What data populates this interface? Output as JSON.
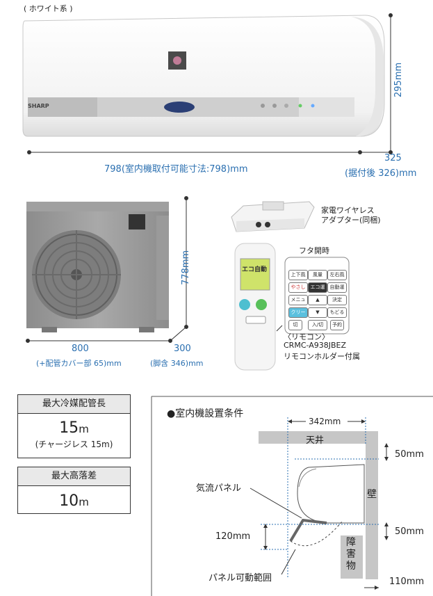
{
  "header_note": "( ホワイト系 )",
  "indoor_unit": {
    "brand": "SHARP",
    "width_label": "798(室内機取付可能寸法:798)mm",
    "height_label": "295mm",
    "depth_label": "325",
    "depth_installed_label": "(据付後 326)mm"
  },
  "outdoor_unit": {
    "width_label": "800",
    "width_note": "(+配管カバー部 65)mm",
    "depth_label": "300",
    "depth_note": "(脚含 346)mm",
    "height_label": "778mm"
  },
  "adapter": {
    "line1": "家電ワイヤレス",
    "line2": "アダプター(同梱)"
  },
  "remote": {
    "lid_open_label": "フタ開時",
    "display_text": "エコ自動",
    "caption_line1": "〈リモコン〉",
    "caption_line2": "CRMC-A938JBEZ",
    "caption_line3": "リモコンホルダー付属",
    "buttons": [
      "上下風向",
      "風量",
      "左右風向",
      "やさしさ",
      "エコ運転",
      "自動運転",
      "メニュー",
      "▲",
      "決定",
      "クリーン",
      "▼",
      "もどる",
      "切",
      "入/切",
      "予約"
    ]
  },
  "specs": {
    "pipe_title": "最大冷媒配管長",
    "pipe_value": "15",
    "pipe_unit": "m",
    "pipe_note": "(チャージレス 15m)",
    "height_title": "最大高落差",
    "height_value": "10",
    "height_unit": "m"
  },
  "install": {
    "title": "●室内機設置条件",
    "width_342": "342mm",
    "ceiling": "天井",
    "wall": "壁",
    "top_clear": "50mm",
    "side_clear": "50mm",
    "panel_label": "気流パネル",
    "panel_drop": "120mm",
    "obstacle": "障害物",
    "panel_range": "パネル可動範囲",
    "bottom_clear": "110mm"
  }
}
